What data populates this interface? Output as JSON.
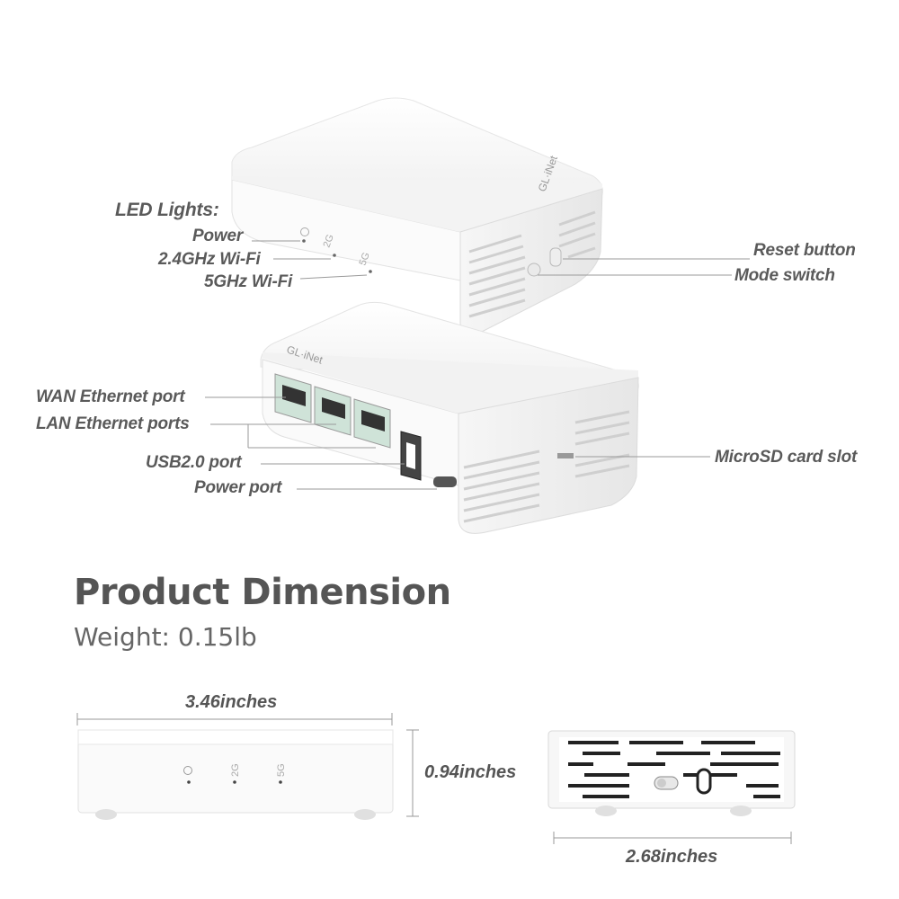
{
  "callouts": {
    "led_heading": "LED Lights:",
    "power": "Power",
    "wifi_24": "2.4GHz Wi-Fi",
    "wifi_5": "5GHz Wi-Fi",
    "reset": "Reset button",
    "mode": "Mode switch",
    "wan": "WAN Ethernet port",
    "lan": "LAN Ethernet ports",
    "usb": "USB2.0 port",
    "power_port": "Power port",
    "microsd": "MicroSD card slot"
  },
  "device": {
    "brand": "GL·iNet",
    "led_2g": "2G",
    "led_5g": "5G"
  },
  "dimension": {
    "title": "Product Dimension",
    "weight": "Weight: 0.15lb",
    "width": "3.46inches",
    "height": "0.94inches",
    "depth": "2.68inches"
  },
  "icons": [
    "power-icon",
    "ethernet-port-icon",
    "usb-port-icon",
    "micro-usb-icon"
  ],
  "colors": {
    "device_body": "#f7f7f7",
    "device_shadow": "#e2e2e2",
    "label_text": "#5a5a5a",
    "port_green": "#cfe3d8"
  }
}
